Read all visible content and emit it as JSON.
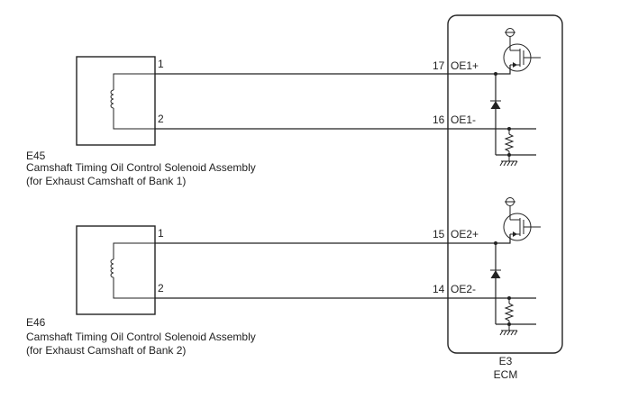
{
  "components": [
    {
      "id": "E45",
      "name": "Camshaft Timing Oil Control Solenoid Assembly",
      "note": "(for Exhaust Camshaft of Bank 1)",
      "pins": [
        "1",
        "2"
      ]
    },
    {
      "id": "E46",
      "name": "Camshaft Timing Oil Control Solenoid Assembly",
      "note": "(for Exhaust Camshaft of Bank 2)",
      "pins": [
        "1",
        "2"
      ]
    }
  ],
  "ecm": {
    "id": "E3",
    "name": "ECM",
    "terminals": [
      {
        "pin": "17",
        "signal": "OE1+"
      },
      {
        "pin": "16",
        "signal": "OE1-"
      },
      {
        "pin": "15",
        "signal": "OE2+"
      },
      {
        "pin": "14",
        "signal": "OE2-"
      }
    ]
  }
}
